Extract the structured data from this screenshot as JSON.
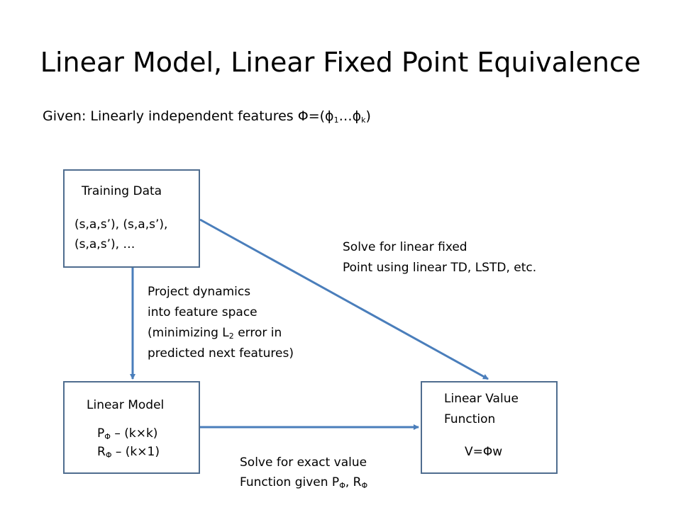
{
  "title": "Linear Model, Linear Fixed Point Equivalence",
  "given": {
    "prefix": "Given:  Linearly independent features ",
    "phi": "Φ",
    "eq": "=(",
    "phi1": "ϕ",
    "sub1": "1",
    "dots": "…",
    "phik": "ϕ",
    "subk": "k",
    "close": ")"
  },
  "training": {
    "title": "Training Data",
    "line1": "(s,a,s’), (s,a,s’),",
    "line2": "(s,a,s’), …"
  },
  "model": {
    "title": "Linear Model",
    "p_letter": "P",
    "p_sub": "Φ",
    "p_dim": " – (k×k)",
    "r_letter": "R",
    "r_sub": "Φ",
    "r_dim": " – (k×1)"
  },
  "value": {
    "title1": "Linear Value",
    "title2": "Function",
    "eq_v": "V=",
    "eq_phi": "Φ",
    "eq_w": "w"
  },
  "edges": {
    "project": {
      "line1": "Project dynamics",
      "line2": "into feature space",
      "line3a": "(minimizing L",
      "line3sub": "2",
      "line3b": " error in",
      "line4": "predicted next features)"
    },
    "fixed": {
      "line1": "Solve for linear fixed",
      "line2": "Point using linear TD, LSTD, etc."
    },
    "exact": {
      "line1": "Solve for exact value",
      "line2a": "Function given P",
      "sub1": "Φ",
      "comma": ", R",
      "sub2": "Φ"
    }
  },
  "colors": {
    "box_border": "#4f6d8f",
    "arrow": "#4a7ebb"
  }
}
